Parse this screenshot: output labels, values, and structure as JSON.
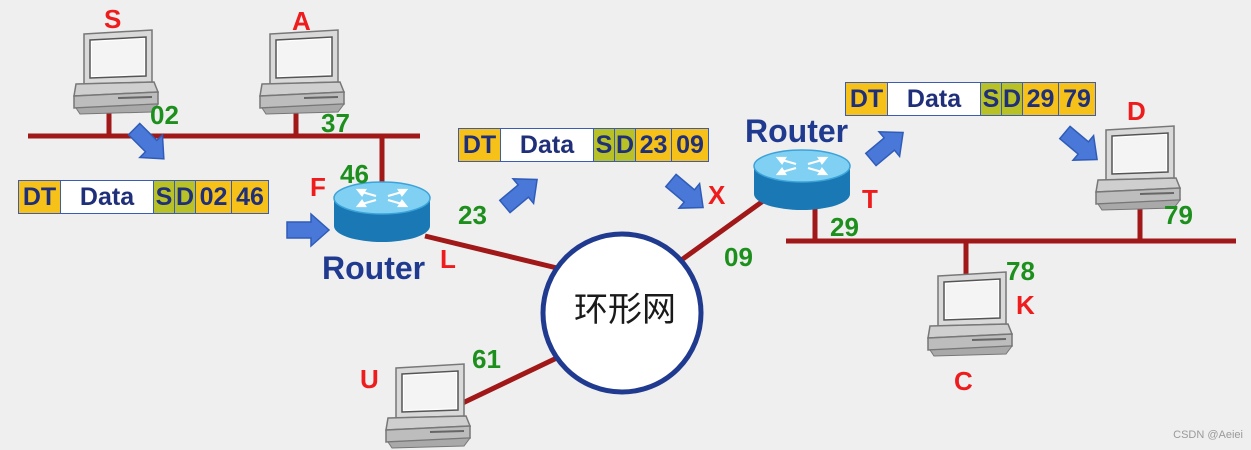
{
  "hosts": {
    "S": {
      "name": "S",
      "port": "02"
    },
    "A": {
      "name": "A",
      "port": "37"
    },
    "D": {
      "name": "D",
      "port": "79"
    },
    "C": {
      "name": "C",
      "port": "78",
      "extra": "K"
    },
    "U": {
      "name": "U",
      "port": "61"
    }
  },
  "router_left": {
    "label": "Router",
    "port_top": "46",
    "port_link": "23",
    "letter_f": "F",
    "letter_l": "L"
  },
  "router_right": {
    "label": "Router",
    "port_link": "09",
    "port_lan": "29",
    "letter_t": "T"
  },
  "ring": {
    "label": "环形网"
  },
  "markers": {
    "x": "X"
  },
  "frames": [
    {
      "dt": "DT",
      "data": "Data",
      "s": "S",
      "d": "D",
      "a": "02",
      "b": "46"
    },
    {
      "dt": "DT",
      "data": "Data",
      "s": "S",
      "d": "D",
      "a": "23",
      "b": "09"
    },
    {
      "dt": "DT",
      "data": "Data",
      "s": "S",
      "d": "D",
      "a": "29",
      "b": "79"
    }
  ],
  "watermark": "CSDN @Aeiei",
  "colors": {
    "wire": "#a01818",
    "ring": "#1f3a8f",
    "label_red": "#ee1c1c",
    "label_green": "#1d8f1d",
    "router_text": "#1f3a8f",
    "frame_yellow": "#f6c21a",
    "frame_olive": "#b8c226",
    "arrow_blue": "#4a78d8"
  }
}
